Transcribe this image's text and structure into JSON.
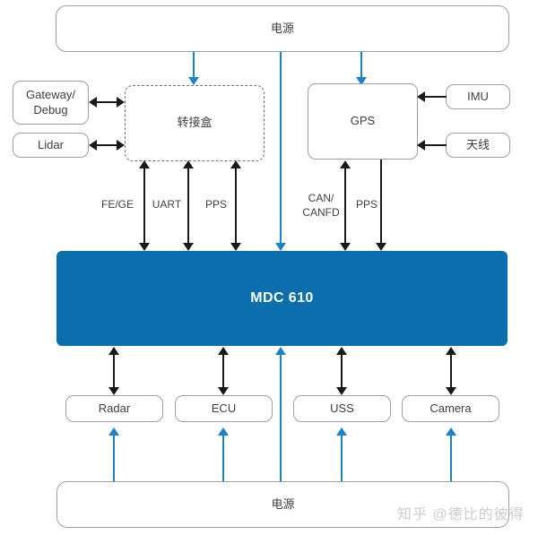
{
  "diagram": {
    "title": "MDC 610 system connection diagram",
    "colors": {
      "accent_blue": "#1b81c8",
      "block_fill": "#0c6fad",
      "box_border": "#9aa0a6",
      "text": "#3c4043",
      "watermark": "#c9ccd0"
    }
  },
  "nodes": {
    "power_top": {
      "label": "电源"
    },
    "power_bottom": {
      "label": "电源"
    },
    "gateway_debug": {
      "label": "Gateway/\nDebug"
    },
    "lidar": {
      "label": "Lidar"
    },
    "adapter_box": {
      "label": "转接盒"
    },
    "gps": {
      "label": "GPS"
    },
    "imu": {
      "label": "IMU"
    },
    "antenna": {
      "label": "天线"
    },
    "mdc": {
      "label": "MDC 610"
    },
    "radar": {
      "label": "Radar"
    },
    "ecu": {
      "label": "ECU"
    },
    "uss": {
      "label": "USS"
    },
    "camera": {
      "label": "Camera"
    }
  },
  "edge_labels": {
    "fe_ge": "FE/GE",
    "uart": "UART",
    "pps_left": "PPS",
    "can_canfd": "CAN/\nCANFD",
    "pps_right": "PPS"
  },
  "watermark": {
    "text": "知乎 @德比的彼得"
  }
}
